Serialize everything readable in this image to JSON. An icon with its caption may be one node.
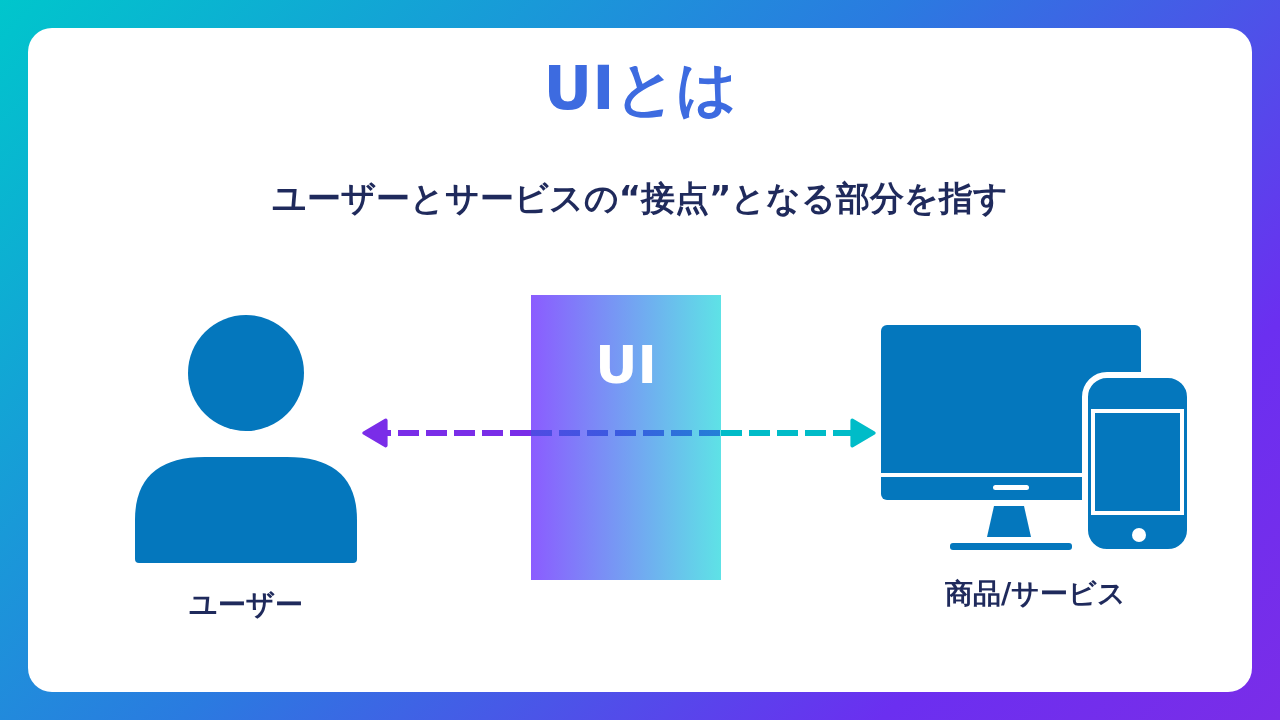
{
  "diagram": {
    "title": "UIとは",
    "nodes": [
      {
        "text": [],
        "shape": "person",
        "beside": [
          "ユーザー"
        ]
      },
      {
        "text": [
          "UI"
        ]
      },
      {
        "text": [],
        "shape": "picture",
        "beside": [
          "商品/サービス"
        ]
      }
    ],
    "edges": [
      {
        "from": 1,
        "to": 0,
        "arrow": "to",
        "style": "dashed",
        "color": "#7a2de8"
      },
      {
        "from": 1,
        "to": 2,
        "arrow": "to",
        "style": "dashed",
        "color": "#00bcc8"
      }
    ],
    "labels": [
      "ユーザーとサービスの“接点”となる部分を指す"
    ]
  }
}
